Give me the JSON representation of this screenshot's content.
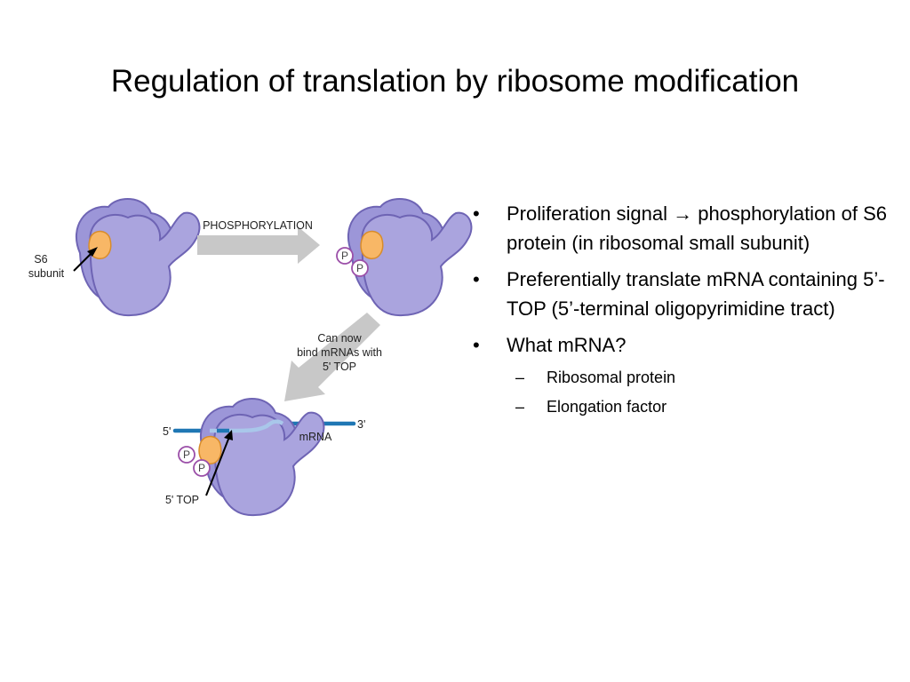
{
  "title": "Regulation of translation by ribosome modification",
  "diagram": {
    "arrow_label": "PHOSPHORYLATION",
    "s6_label_line1": "S6",
    "s6_label_line2": "subunit",
    "bind_label_line1": "Can now",
    "bind_label_line2": "bind mRNAs with",
    "bind_label_line3": "5' TOP",
    "five_prime": "5'",
    "three_prime": "3'",
    "mrna_label": "mRNA",
    "top_label": "5' TOP",
    "phospho": "P",
    "colors": {
      "ribosome": "#a9a4dd",
      "outline": "#6e64b4",
      "s6": "#f8b766",
      "arrow": "#c8c8c8",
      "mrna": "#1f77b4",
      "phospho": "#9b4fa8"
    }
  },
  "bullets": [
    {
      "line": "Proliferation signal → phosphorylation of S6 protein (in ribosomal small subunit)"
    },
    {
      "line": "Preferentially translate mRNA containing 5’-TOP (5’-terminal oligopyrimidine tract)"
    },
    {
      "line": "What mRNA?",
      "sub": [
        "Ribosomal protein",
        "Elongation factor"
      ]
    }
  ],
  "bullet_char": "•",
  "dash_char": "–"
}
